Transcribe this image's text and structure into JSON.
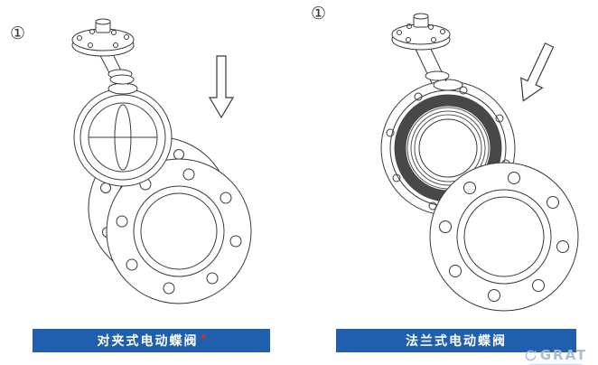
{
  "page": {
    "background": "#ffffff"
  },
  "panels": [
    {
      "step_number": "①",
      "caption": "对夹式电动蝶阀",
      "subject": "wafer butterfly valve with actuator flange, stem and pipe flange pair",
      "arrow_direction": "down"
    },
    {
      "step_number": "①",
      "caption": "法兰式电动蝶阀",
      "subject": "flanged butterfly valve with actuator flange, stem and pipe flange",
      "arrow_direction": "down"
    }
  ],
  "colors": {
    "caption_bar": "#1f5fae",
    "caption_text": "#ffffff",
    "line_art": "#3a3a3a",
    "watermark": "#a5bad8",
    "red_dot": "#c0392b"
  },
  "watermark": {
    "text": "GRAT"
  },
  "icons": [
    "circled-one",
    "down-arrow-outline-icon",
    "circular-arrows-icon"
  ]
}
